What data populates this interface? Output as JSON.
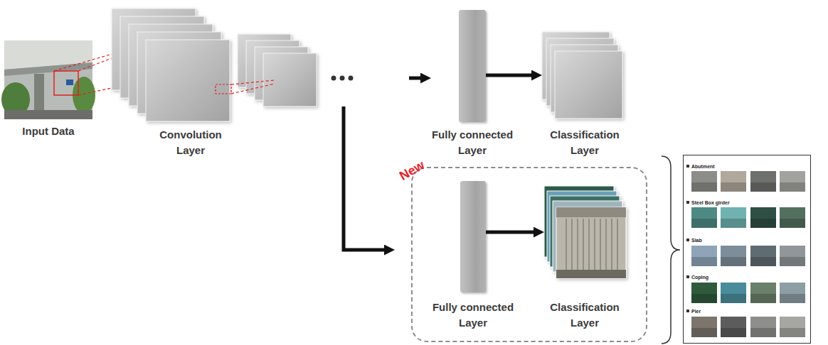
{
  "diagram": {
    "nodes": [
      {
        "text": [
          "Input Data"
        ]
      },
      {
        "text": [
          "Convolution Layer"
        ]
      },
      {
        "text": [
          "Fully connected Layer"
        ]
      },
      {
        "text": [
          "Classification Layer"
        ]
      },
      {
        "text": [
          "New"
        ]
      },
      {
        "text": [
          "Fully connected Layer"
        ],
        "in": 4
      },
      {
        "text": [
          "Classification Layer"
        ],
        "in": 4
      },
      {
        "text": [
          "Abutment",
          "Steel Box girder",
          "Slab",
          "Coping",
          "Pier"
        ]
      }
    ],
    "edges": [
      {
        "from": 2,
        "to": 3,
        "arrow": "to"
      },
      {
        "from": 5,
        "to": 6,
        "arrow": "to"
      }
    ]
  }
}
